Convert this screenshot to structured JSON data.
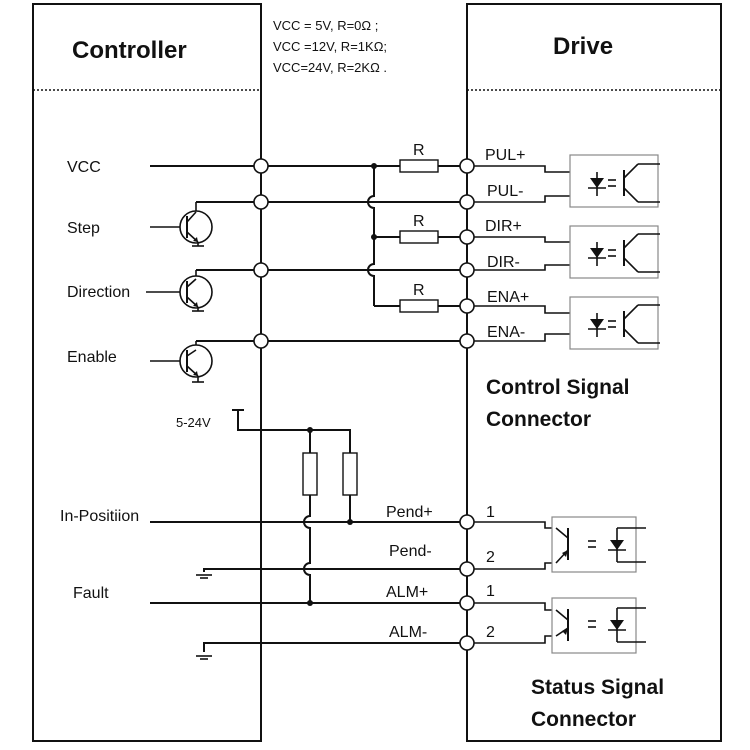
{
  "panels": {
    "controller_title": "Controller",
    "drive_title": "Drive"
  },
  "vcc_note": {
    "line1": "VCC = 5V, R=0Ω ;",
    "line2": "VCC =12V, R=1KΩ;",
    "line3": "VCC=24V, R=2KΩ ."
  },
  "controller_signals": {
    "vcc": "VCC",
    "step": "Step",
    "direction": "Direction",
    "enable": "Enable",
    "supply": "5-24V",
    "in_position": "In-Positiion",
    "fault": "Fault"
  },
  "resistor_label": "R",
  "drive_pins": {
    "pul_plus": "PUL+",
    "pul_minus": "PUL-",
    "dir_plus": "DIR+",
    "dir_minus": "DIR-",
    "ena_plus": "ENA+",
    "ena_minus": "ENA-"
  },
  "status_wires": {
    "pend_plus": "Pend+",
    "pend_minus": "Pend-",
    "alm_plus": "ALM+",
    "alm_minus": "ALM-"
  },
  "status_pins": {
    "pend_plus_num": "1",
    "pend_minus_num": "2",
    "alm_plus_num": "1",
    "alm_minus_num": "2"
  },
  "connectors": {
    "control_line1": "Control Signal",
    "control_line2": "Connector",
    "status_line1": "Status Signal",
    "status_line2": "Connector"
  }
}
